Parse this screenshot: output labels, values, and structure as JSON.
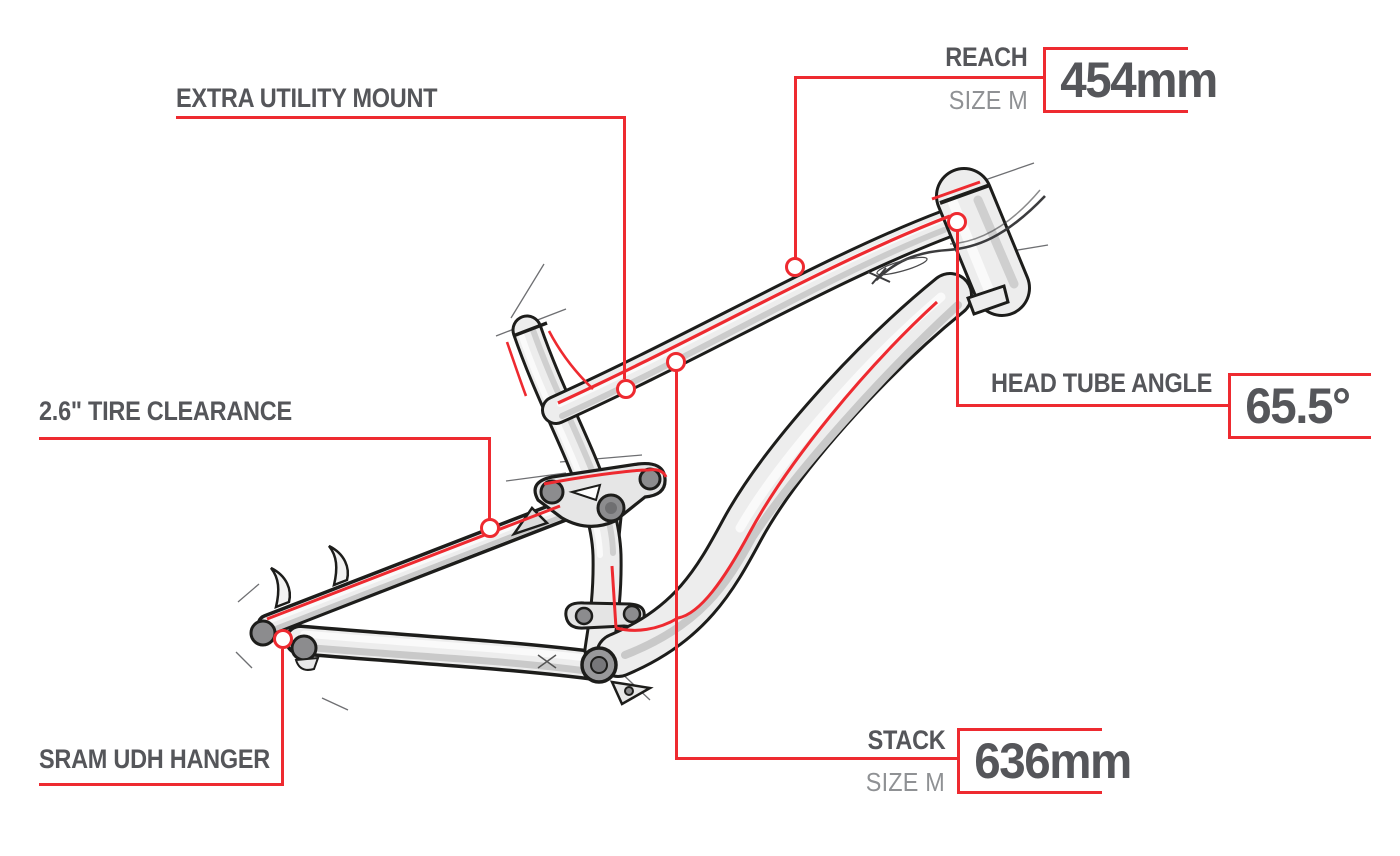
{
  "colors": {
    "accent_red": "#ee2a30",
    "label_dark": "#55565a",
    "label_light": "#8f9194",
    "outline_black": "#1d1d1b",
    "tube_fill": "#ededed"
  },
  "callouts": {
    "reach": {
      "label": "REACH",
      "size": "SIZE M",
      "value": "454mm"
    },
    "head_tube_angle": {
      "label": "HEAD TUBE ANGLE",
      "value": "65.5°"
    },
    "stack": {
      "label": "STACK",
      "size": "SIZE M",
      "value": "636mm"
    },
    "extra_utility_mount": {
      "label": "EXTRA UTILITY MOUNT"
    },
    "tire_clearance": {
      "label": "2.6\" TIRE CLEARANCE"
    },
    "udh_hanger": {
      "label": "SRAM UDH HANGER"
    }
  },
  "illustration": {
    "subject": "full-suspension mountain bike frame sketch, side view"
  }
}
